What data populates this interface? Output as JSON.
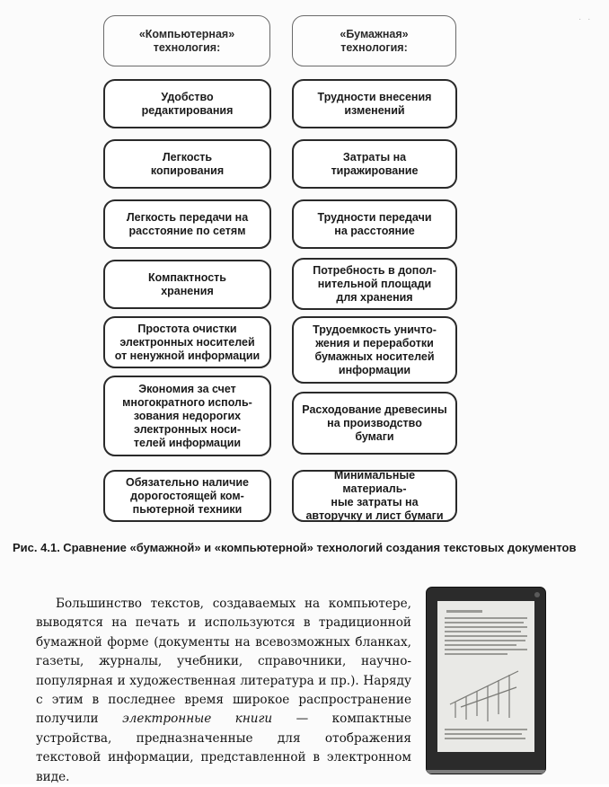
{
  "diagram": {
    "left_header": "«Компьютерная»\nтехнология:",
    "right_header": "«Бумажная»\nтехнология:",
    "left_items": [
      "Удобство\nредактирования",
      "Легкость\nкопирования",
      "Легкость передачи на\nрасстояние по сетям",
      "Компактность\nхранения",
      "Простота очистки\nэлектронных носителей\nот ненужной информации",
      "Экономия за счет\nмногократного исполь-\nзования недорогих\nэлектронных носи-\nтелей информации",
      "Обязательно наличие\nдорогостоящей ком-\nпьютерной техники"
    ],
    "right_items": [
      "Трудности внесения\nизменений",
      "Затраты на\nтиражирование",
      "Трудности передачи\nна расстояние",
      "Потребность в допол-\nнительной площади\nдля хранения",
      "Трудоемкость уничто-\nжения и переработки\nбумажных носителей\nинформации",
      "Расходование древесины\nна производство\nбумаги",
      "Минимальные материаль-\nные затраты на\nавторучку и лист бумаги"
    ]
  },
  "caption": {
    "label": "Рис. 4.1.",
    "text": "Сравнение «бумажной» и «компьютерной» технологий создания текстовых документов"
  },
  "paragraph": {
    "before_em": "Большинство текстов, создаваемых на компью­тере, выводятся на печать и используются в тра­диционной бумажной форме (документы на все­возможных бланках, газеты, журналы, учебники, справочники, научно-популярная и художествен­ная литература и пр.). Наряду с этим в последнее время широкое распространение получили ",
    "em": "элек­тронные книги",
    "after_em": " — компактные устройства, пред­назначенные для отображения текстовой инфор­мации, представленной в электронном виде."
  },
  "ereader": {
    "icon": "ebook-reader-icon"
  }
}
